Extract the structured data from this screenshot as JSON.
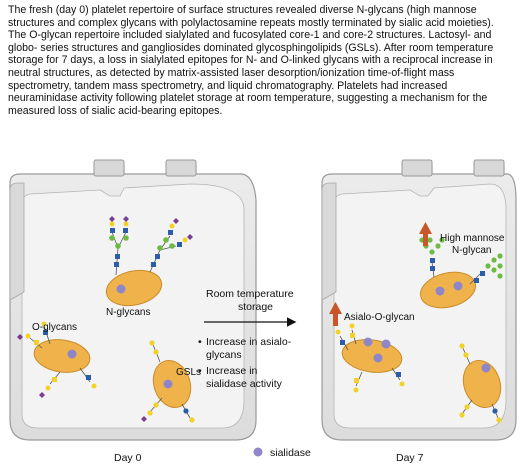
{
  "summary": "The fresh (day 0) platelet repertoire of surface structures revealed diverse N-glycans (high mannose structures and complex glycans with polylactosamine repeats mostly terminated by sialic acid moieties). The O-glycan repertoire included sialylated and fucosylated core-1 and core-2 structures. Lactosyl- and globo- series structures and gangliosides dominated glycosphingolipids (GSLs). After room temperature storage for 7 days, a loss in sialylated epitopes for N- and O-linked glycans with a reciprocal increase in neutral structures, as detected by matrix-assisted laser desorption/ionization time-of-flight mass spectrometry, tandem mass spectrometry, and liquid chromatography. Platelets had increased neuraminidase activity following platelet storage at room temperature, suggesting a mechanism for the measured loss of sialic acid-bearing epitopes.",
  "left_bag": {
    "labels": {
      "n_glycans": "N-glycans",
      "o_glycans": "O-glycans",
      "gsls": "GSLs"
    },
    "caption": "Day 0"
  },
  "right_bag": {
    "labels": {
      "high_mannose_line1": "High mannose",
      "high_mannose_line2": "N-glycan",
      "asialo": "Asialo-O-glycan"
    },
    "caption": "Day 7"
  },
  "middle": {
    "title_line1": "Room temperature",
    "title_line2": "storage",
    "bullets": [
      {
        "line1": "Increase in asialo-",
        "line2": "glycans"
      },
      {
        "line1": "Increase in",
        "line2": "sialidase activity"
      }
    ]
  },
  "legend": {
    "label": "sialidase"
  },
  "colors": {
    "bag_fill": "#e6e6e6",
    "platelet": "#f0b24a",
    "sialidase": "#8e86c8",
    "arrow_up": "#c8562a",
    "glycan_blue": "#2d5ca8",
    "glycan_yellow": "#f2d22a",
    "glycan_green": "#6dbb45",
    "glycan_purple": "#7a3d8f"
  }
}
